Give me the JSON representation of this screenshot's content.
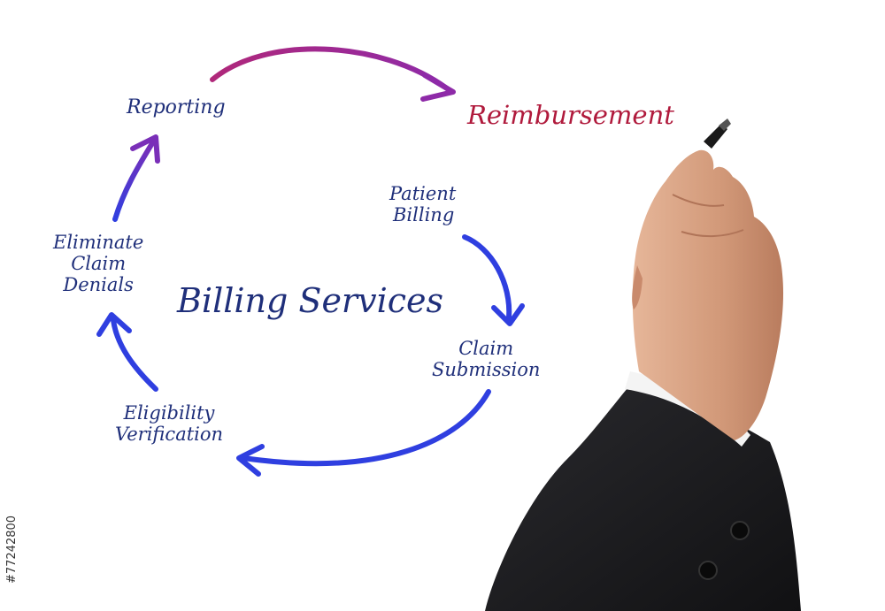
{
  "center_label": "Billing Services",
  "nodes": {
    "reporting": "Reporting",
    "reimbursement": "Reimbursement",
    "patient_billing_1": "Patient",
    "patient_billing_2": "Billing",
    "claim_submission_1": "Claim",
    "claim_submission_2": "Submission",
    "eligibility_1": "Eligibility",
    "eligibility_2": "Verification",
    "eliminate_1": "Eliminate",
    "eliminate_2": "Claim",
    "eliminate_3": "Denials"
  },
  "stock_id": "#77242800",
  "colors": {
    "text": "#1f2f7a",
    "accent_text": "#b01a3c",
    "arrow_blue": "#2f3fe0",
    "arrow_purple": "#6a32c0",
    "arrow_magenta": "#b0287a",
    "sleeve": "#1b1b1d",
    "skin": "#d9a384"
  }
}
